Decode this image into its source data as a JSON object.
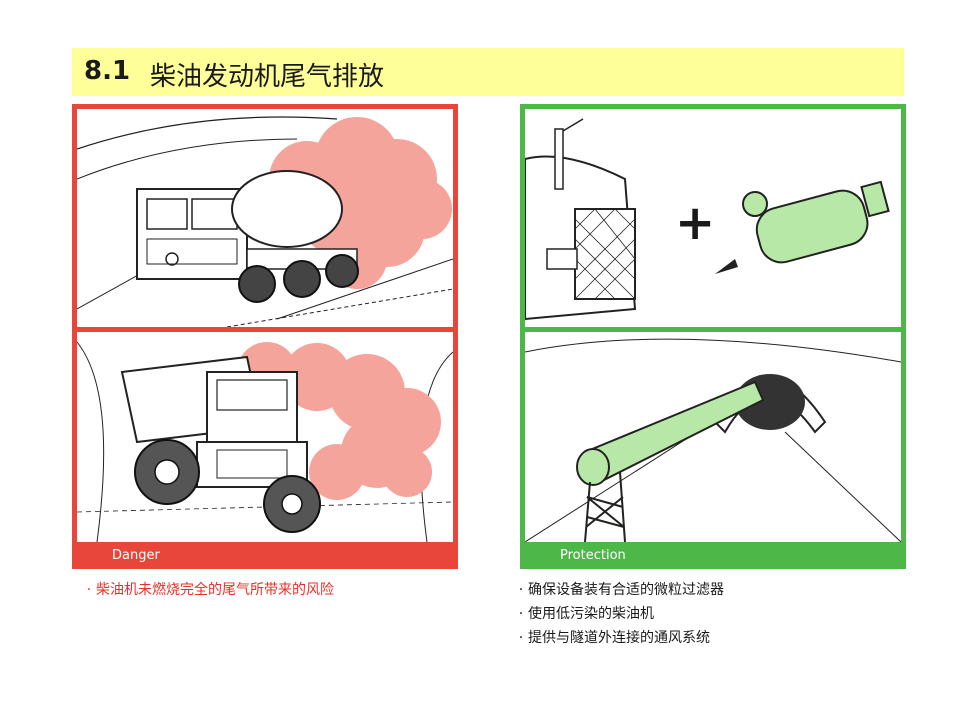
{
  "slide": {
    "section_number": "8.1",
    "title": "柴油发动机尾气排放"
  },
  "danger": {
    "label": "Danger",
    "bullets": [
      "柴油机未燃烧完全的尾气所带来的风险"
    ],
    "color": "#e8463a"
  },
  "protection": {
    "label": "Protection",
    "bullets": [
      "确保设备装有合适的微粒过滤器",
      "使用低污染的柴油机",
      "提供与隧道外连接的通风系统"
    ],
    "color": "#4db848",
    "plus_symbol": "+"
  },
  "colors": {
    "title_bg": "#ffff99",
    "smoke": "#f4a49a",
    "filter_green": "#b8e8a8"
  },
  "icons": {
    "danger_top": "mixer-truck-exhaust-illustration",
    "danger_bottom": "dump-truck-exhaust-illustration",
    "protection_top": "truck-with-filter-illustration",
    "protection_bottom": "tunnel-ventilation-duct-illustration"
  }
}
